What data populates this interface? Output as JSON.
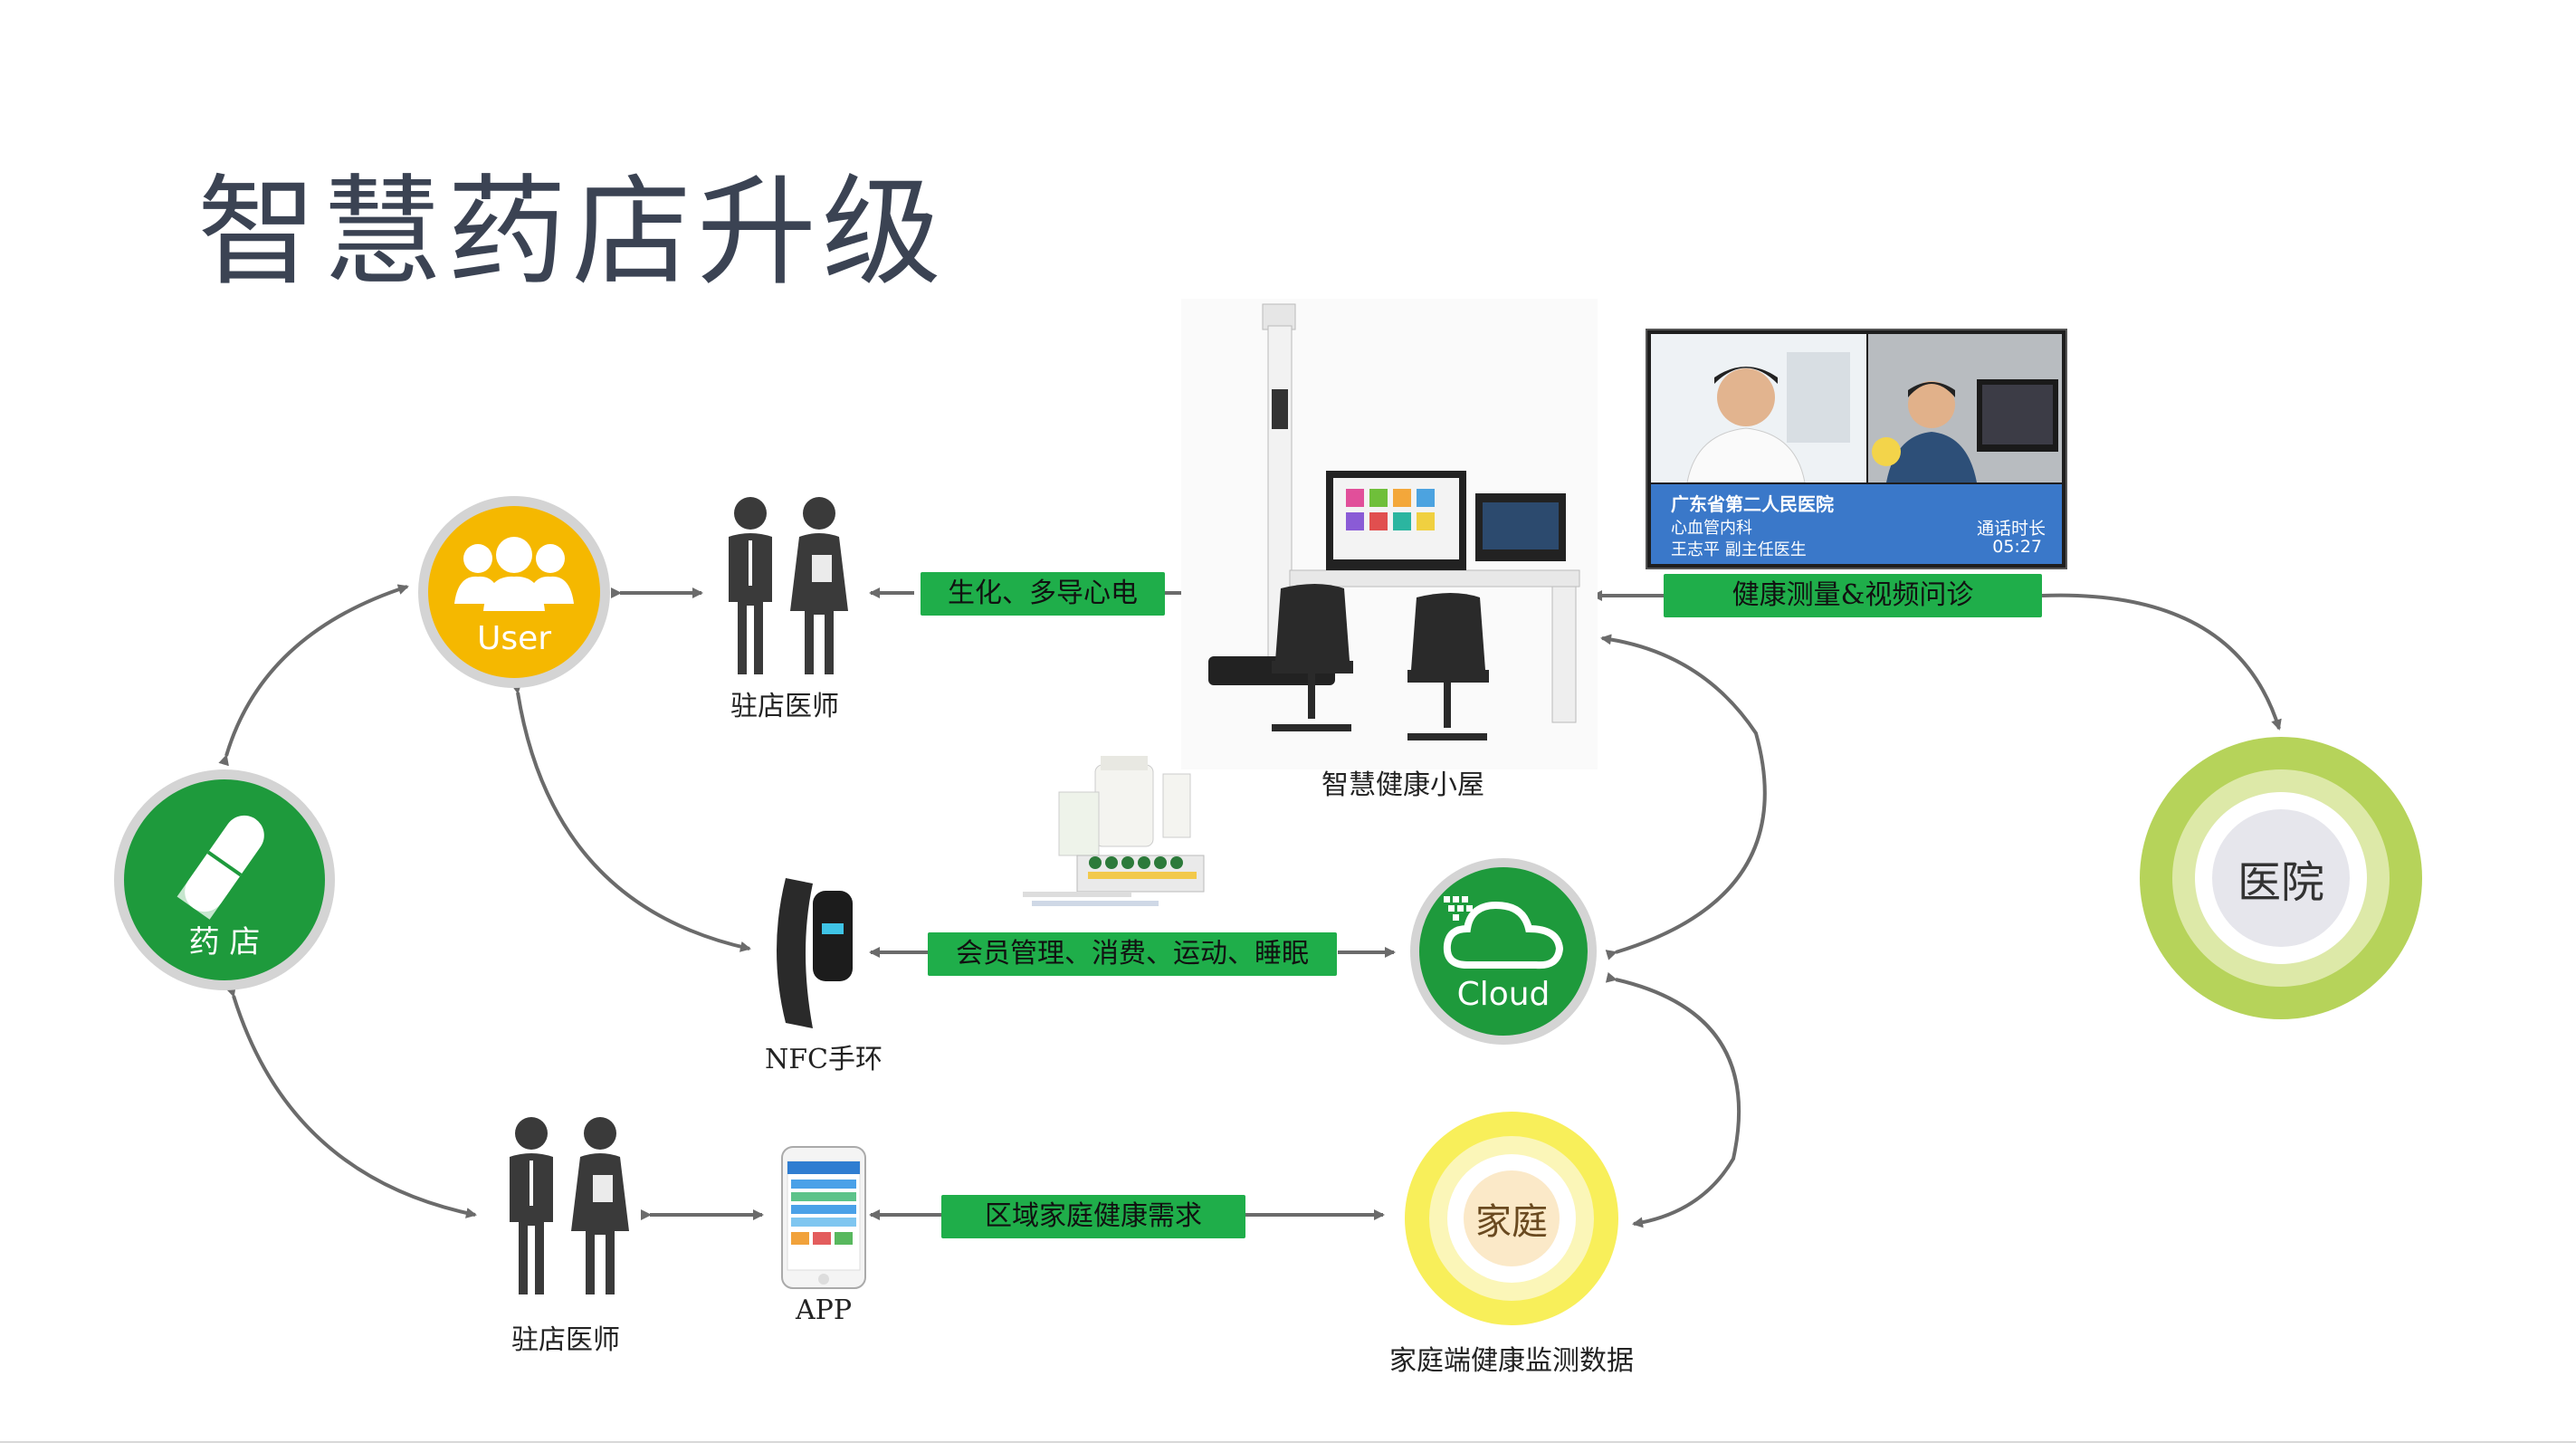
{
  "title": "智慧药店升级",
  "nodes": {
    "pharmacy": "药 店",
    "user": "User",
    "cloud": "Cloud",
    "hospital": "医院",
    "family": "家庭"
  },
  "labels": {
    "doctor_top": "驻店医师",
    "doctor_bottom": "驻店医师",
    "health_room": "智慧健康小屋",
    "nfc": "NFC手环",
    "app": "APP",
    "family_monitor": "家庭端健康监测数据"
  },
  "bars": {
    "biochem": "生化、多导心电",
    "video": "健康测量&视频问诊",
    "member": "会员管理、消费、运动、睡眠",
    "regional": "区域家庭健康需求"
  },
  "video_call": {
    "hospital_name": "广东省第二人民医院",
    "department": "心血管内科",
    "doctor": "王志平  副主任医生",
    "duration_label": "通话时长",
    "duration": "05:27"
  },
  "colors": {
    "green": "#1fae4a",
    "pharmacy_green": "#1e9a3c",
    "user_yellow": "#f5b800",
    "hospital_lime": "#b6d35a",
    "family_yellow": "#f8ef5a",
    "arrow_gray": "#6b6b6b"
  }
}
